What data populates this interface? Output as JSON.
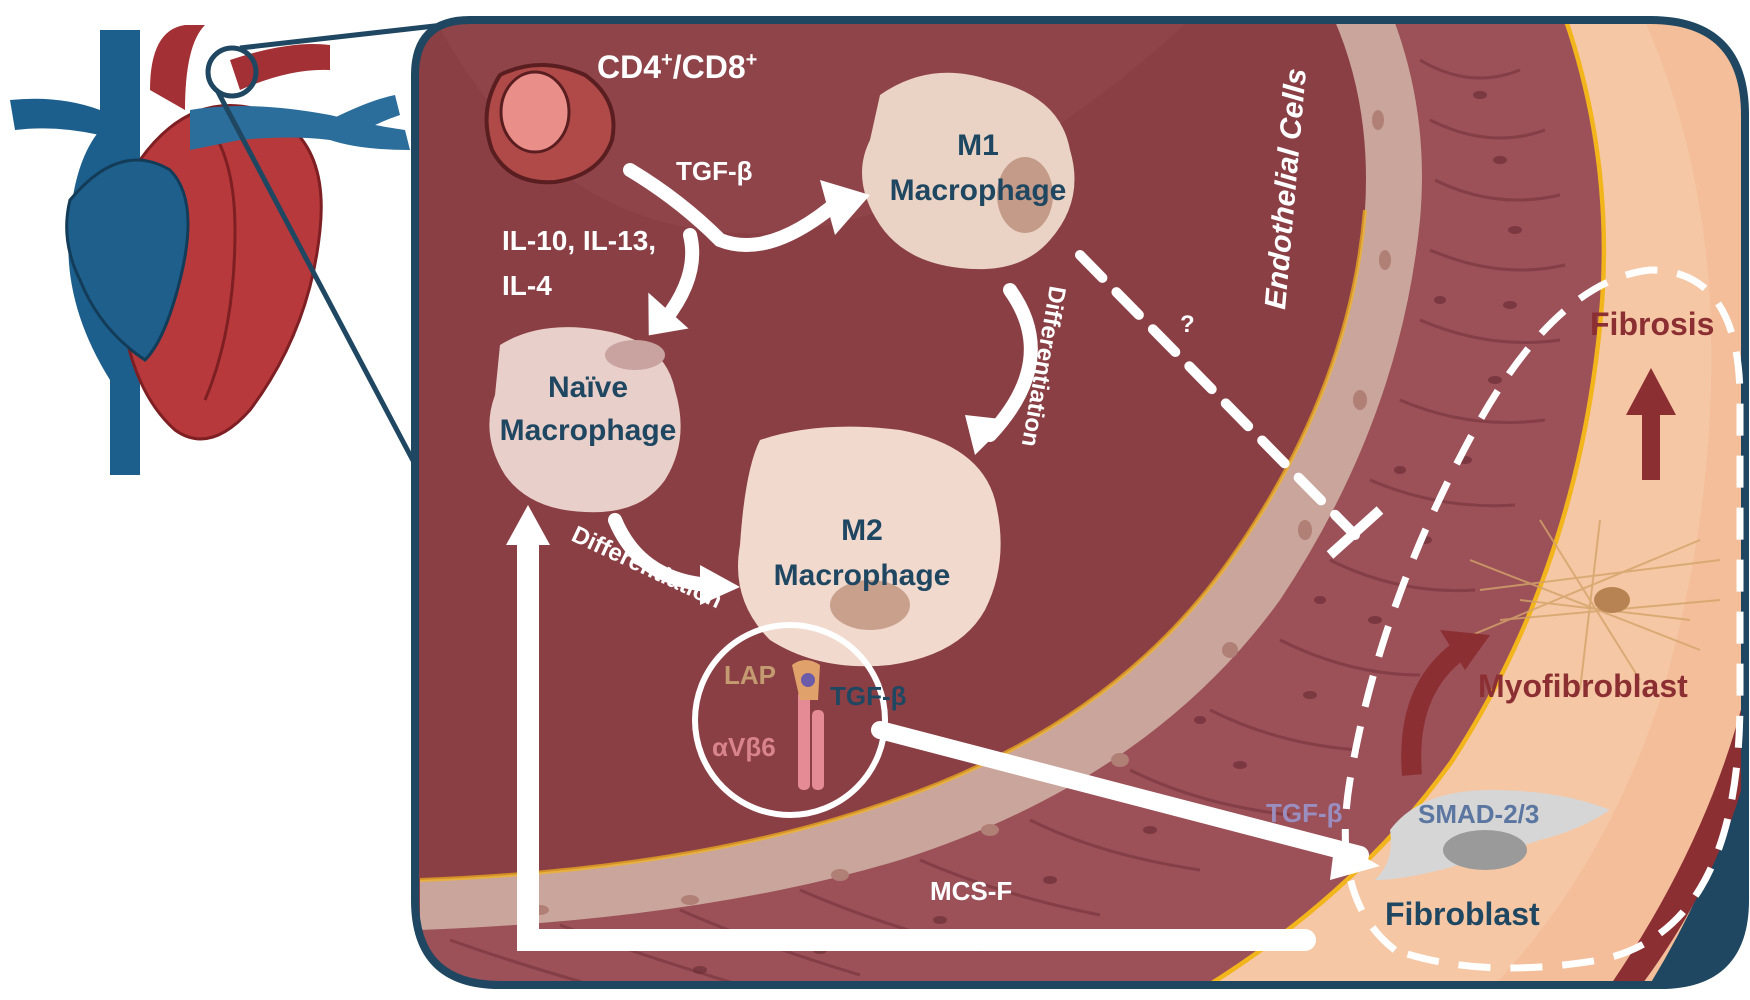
{
  "labels": {
    "tcell": "CD4",
    "tcell_sup1": "+",
    "tcell_sep": "/CD8",
    "tcell_sup2": "+",
    "tgf_top": "TGF-β",
    "cytokines_line1": "IL-10, IL-13,",
    "cytokines_line2": "IL-4",
    "m1_line1": "M1",
    "m1_line2": "Macrophage",
    "naive_line1": "Naïve",
    "naive_line2": "Macrophage",
    "m2_line1": "M2",
    "m2_line2": "Macrophage",
    "diff_left": "Differentiation",
    "diff_right": "Differentiation",
    "endothelial": "Endothelial Cells",
    "question": "?",
    "lap": "LAP",
    "tgf_bound": "TGF-β",
    "integrin": "αVβ6",
    "tgf_fibro": "TGF-β",
    "smad": "SMAD-2/3",
    "fibroblast": "Fibroblast",
    "myofibroblast": "Myofibroblast",
    "fibrosis": "Fibrosis",
    "mcsf": "MCS-F"
  },
  "colors": {
    "frame": "#1f4761",
    "lumen": "#8a3f45",
    "vessel_wall": "#9c5058",
    "endothelium": "#caa59b",
    "adventitia": "#f6c7a5",
    "yellow_border": "#f3b51c",
    "macrophage": "#f1d9cd",
    "label_dark": "#1f4761",
    "label_red": "#8b2f33",
    "label_tan": "#c49a70",
    "label_pink": "#d9838c",
    "heart_red": "#b8393c",
    "heart_blue": "#1c5f8d"
  }
}
